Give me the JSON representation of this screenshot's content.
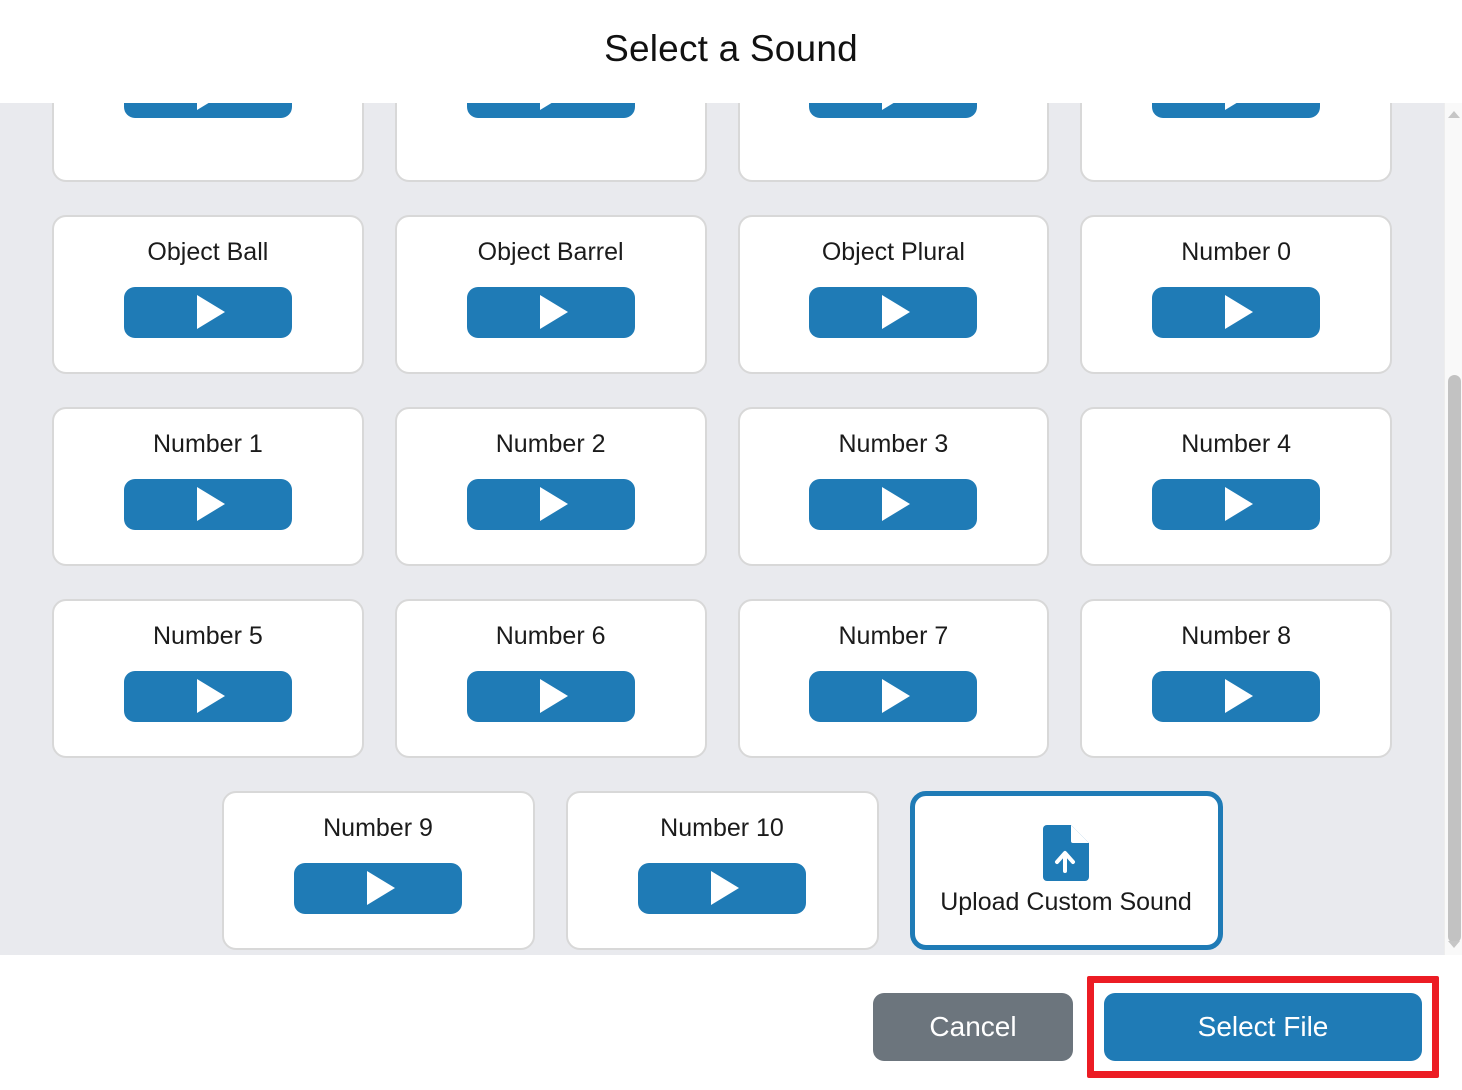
{
  "dialog": {
    "title": "Select a Sound"
  },
  "sounds": {
    "rows": [
      {
        "partial": true,
        "items": [
          {
            "label": "",
            "icon": "play-icon"
          },
          {
            "label": "",
            "icon": "play-icon"
          },
          {
            "label": "",
            "icon": "play-icon"
          },
          {
            "label": "",
            "icon": "play-icon"
          }
        ]
      },
      {
        "partial": false,
        "items": [
          {
            "label": "Object Ball",
            "icon": "play-icon"
          },
          {
            "label": "Object Barrel",
            "icon": "play-icon"
          },
          {
            "label": "Object Plural",
            "icon": "play-icon"
          },
          {
            "label": "Number 0",
            "icon": "play-icon"
          }
        ]
      },
      {
        "partial": false,
        "items": [
          {
            "label": "Number 1",
            "icon": "play-icon"
          },
          {
            "label": "Number 2",
            "icon": "play-icon"
          },
          {
            "label": "Number 3",
            "icon": "play-icon"
          },
          {
            "label": "Number 4",
            "icon": "play-icon"
          }
        ]
      },
      {
        "partial": false,
        "items": [
          {
            "label": "Number 5",
            "icon": "play-icon"
          },
          {
            "label": "Number 6",
            "icon": "play-icon"
          },
          {
            "label": "Number 7",
            "icon": "play-icon"
          },
          {
            "label": "Number 8",
            "icon": "play-icon"
          }
        ]
      },
      {
        "partial": false,
        "centered": true,
        "items": [
          {
            "label": "Number 9",
            "icon": "play-icon"
          },
          {
            "label": "Number 10",
            "icon": "play-icon"
          }
        ]
      }
    ],
    "upload": {
      "label": "Upload Custom Sound",
      "icon": "file-upload-icon",
      "selected": true
    }
  },
  "scrollbar": {
    "up_icon": "chevron-up-icon",
    "down_icon": "chevron-down-icon"
  },
  "footer": {
    "cancel_label": "Cancel",
    "select_label": "Select File"
  },
  "colors": {
    "accent": "#1f7bb6",
    "cancel": "#6c757d",
    "highlight": "#ec1c24",
    "body_bg": "#e9eaee",
    "card_bg": "#ffffff",
    "card_border": "#d8d8d8"
  }
}
